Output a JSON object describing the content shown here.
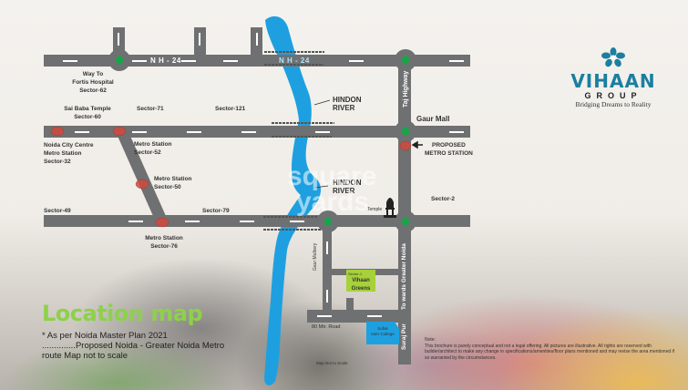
{
  "brand": {
    "name": "VIHAAN",
    "group": "GROUP",
    "tagline": "Bridging Dreams to Reality",
    "color": "#1a7fa0"
  },
  "title": "Location map",
  "notes": {
    "line1": "* As per Noida Master Plan 2021",
    "line2": "..............Proposed Noida - Greater Noida Metro",
    "line3": "route Map not to scale"
  },
  "roads": {
    "nh24_left": "N H - 24",
    "nh24_right": "N H - 24",
    "taj_highway": "Taj Highway",
    "towards_greater_noida": "To wards Greater Noida",
    "suraj_pur": "Suraj Pur",
    "gaur_mulbery": "Gaur Mulbery",
    "road_80m": "80 Mtr. Road"
  },
  "river": {
    "label1_line1": "HINDON",
    "label1_line2": "RIVER",
    "label2_line1": "HINDON",
    "label2_line2": "RIVER",
    "color": "#1ea0e0"
  },
  "places": {
    "fortis": [
      "Way To",
      "Fortis Hospital",
      "Sector-62"
    ],
    "sai_baba": [
      "Sai Baba Temple",
      "Sector-60"
    ],
    "sector71": "Sector-71",
    "sector121": "Sector-121",
    "gaur_mall": "Gaur Mall",
    "proposed_metro": [
      "PROPOSED",
      "METRO STATION"
    ],
    "noida_city_centre": [
      "Noida City Centre",
      "Metro Station",
      "Sector-32"
    ],
    "metro52": [
      "Metro Station",
      "Sector-52"
    ],
    "metro50": [
      "Metro Station",
      "Sector-50"
    ],
    "sector49": "Sector-49",
    "sector79": "Sector-79",
    "metro76": [
      "Metro Station",
      "Sector-76"
    ],
    "sector2": "Sector-2",
    "temple": "Temple",
    "sector1": "Sector-1",
    "vihaan_greens": [
      "Vihaan",
      "Greens"
    ],
    "college": [
      "Sufak",
      "Inter College"
    ],
    "map_not_to_scale": "Map Not to Scale"
  },
  "disclaimer": {
    "heading": "Note:",
    "text": "This brochure is purely conceptual and not a legal offering. All pictures are illustrative. All rights are reserved with builder/architect to make any change in specifications/amenities/floor plans mentioned and may revise the area mentioned if so warranted by the circumstances."
  },
  "watermark": [
    "square",
    "yards"
  ],
  "colors": {
    "road": "#6f7071",
    "signal": "#1aa34a",
    "metro": "#d04a3c",
    "highlight": "#a6d13a"
  }
}
